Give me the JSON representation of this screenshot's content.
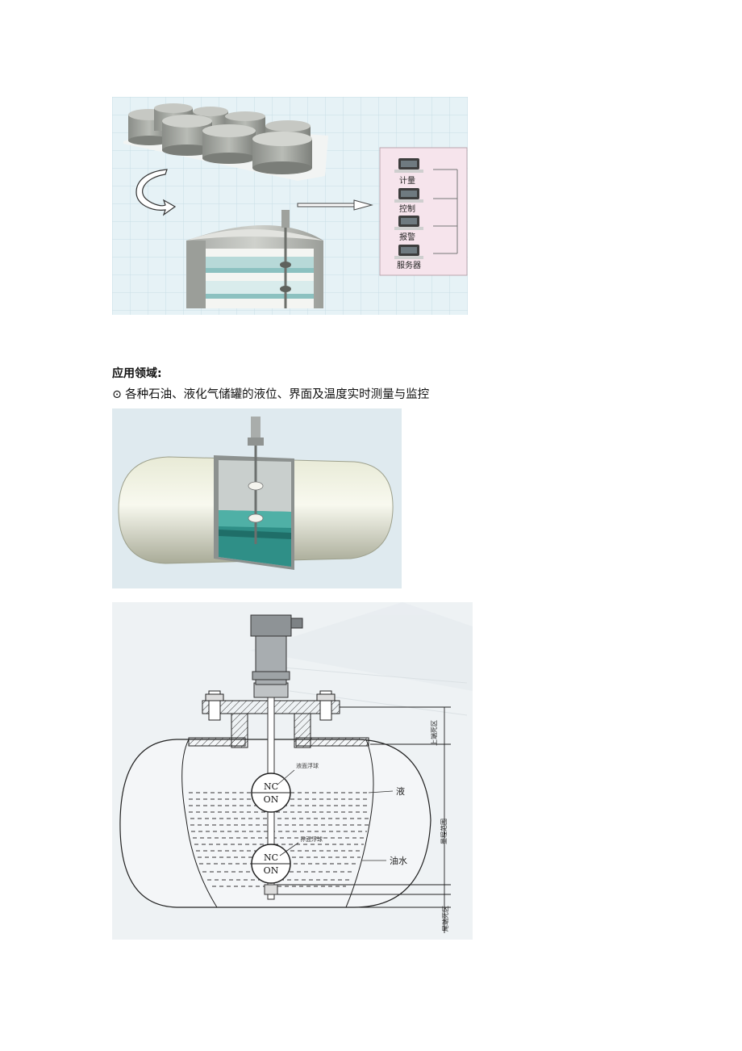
{
  "figure1": {
    "monitor_labels": [
      "计量",
      "控制",
      "报警",
      "服务器"
    ]
  },
  "section": {
    "heading": "应用领域:",
    "bullet_symbol": "⊙",
    "bullet_text": "各种石油、液化气储罐的液位、界面及温度实时测量与监控"
  },
  "figure3": {
    "float_upper_top": "NC",
    "float_upper_bottom": "ON",
    "float_lower_top": "NC",
    "float_lower_bottom": "ON",
    "float_upper_caption": "液面浮球",
    "float_lower_caption": "界面浮球",
    "label_liquid": "液",
    "label_oil_water": "油水",
    "dim_upper_dead_zone": "上端死区",
    "dim_measure_range": "量程范围",
    "dim_lower_dead_zone": "尾端死区"
  }
}
